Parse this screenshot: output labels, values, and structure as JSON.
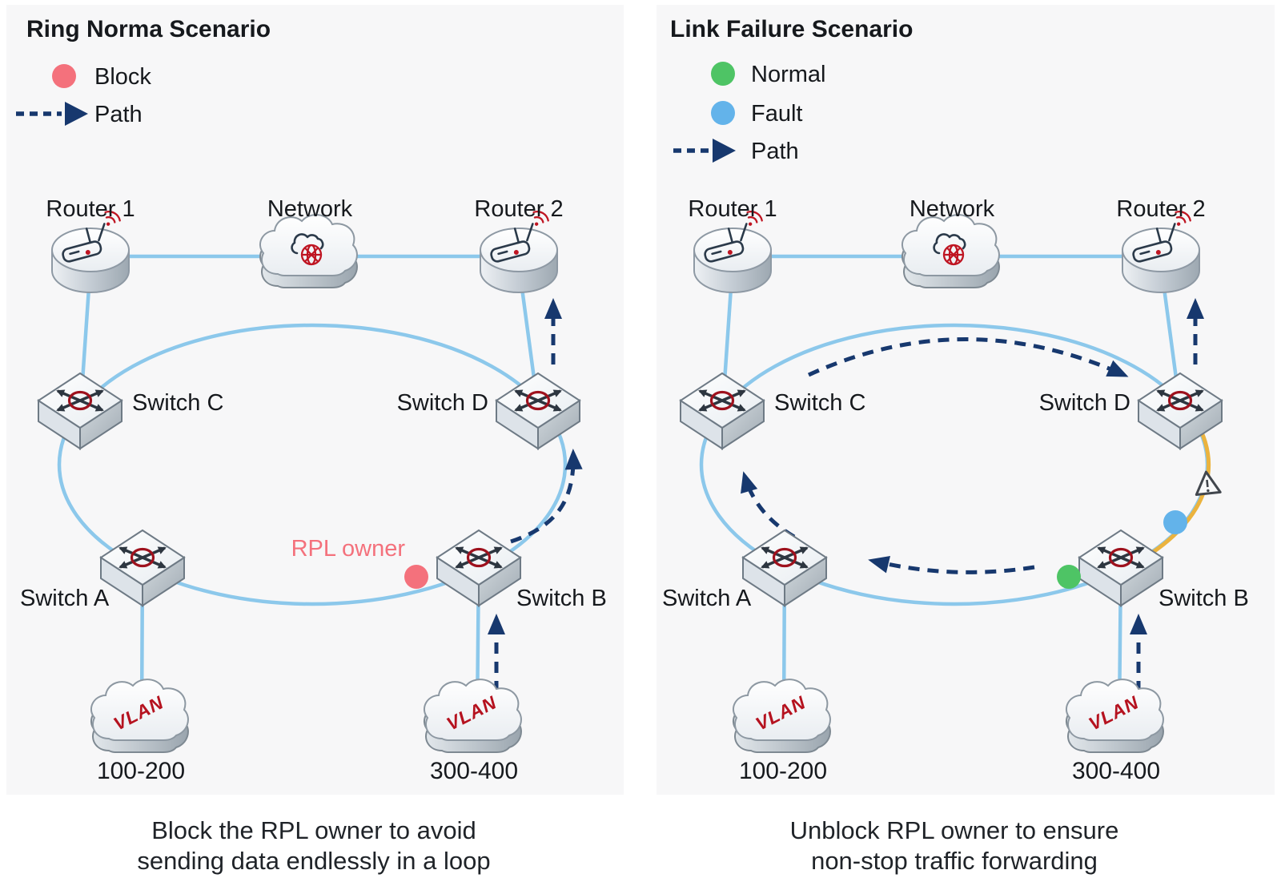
{
  "colors": {
    "panel_bg": "#f7f7f8",
    "link_blue": "#8cc8eb",
    "path_navy": "#17386e",
    "block_red": "#f4717c",
    "normal_green": "#4ec465",
    "fault_blue": "#63b3ea",
    "fault_link_orange": "#ebb33e",
    "vlan_red": "#b5121f"
  },
  "icons": {
    "warning_glyph": "!"
  },
  "panels": [
    {
      "title": "Ring Norma Scenario",
      "legend": {
        "block": "Block",
        "path": "Path"
      },
      "nodes": {
        "router1": "Router 1",
        "network": "Network",
        "router2": "Router 2",
        "switch_a": "Switch A",
        "switch_b": "Switch B",
        "switch_c": "Switch C",
        "switch_d": "Switch D"
      },
      "annotation": "RPL owner",
      "vlan_left": {
        "label": "VLAN",
        "range": "100-200"
      },
      "vlan_right": {
        "label": "VLAN",
        "range": "300-400"
      },
      "caption": [
        "Block the RPL owner to avoid",
        "sending data endlessly in a loop"
      ]
    },
    {
      "title": "Link Failure Scenario",
      "legend": {
        "normal": "Normal",
        "fault": "Fault",
        "path": "Path"
      },
      "nodes": {
        "router1": "Router 1",
        "network": "Network",
        "router2": "Router 2",
        "switch_a": "Switch A",
        "switch_b": "Switch B",
        "switch_c": "Switch C",
        "switch_d": "Switch D"
      },
      "vlan_left": {
        "label": "VLAN",
        "range": "100-200"
      },
      "vlan_right": {
        "label": "VLAN",
        "range": "300-400"
      },
      "caption": [
        "Unblock RPL owner to ensure",
        "non-stop traffic forwarding"
      ]
    }
  ]
}
